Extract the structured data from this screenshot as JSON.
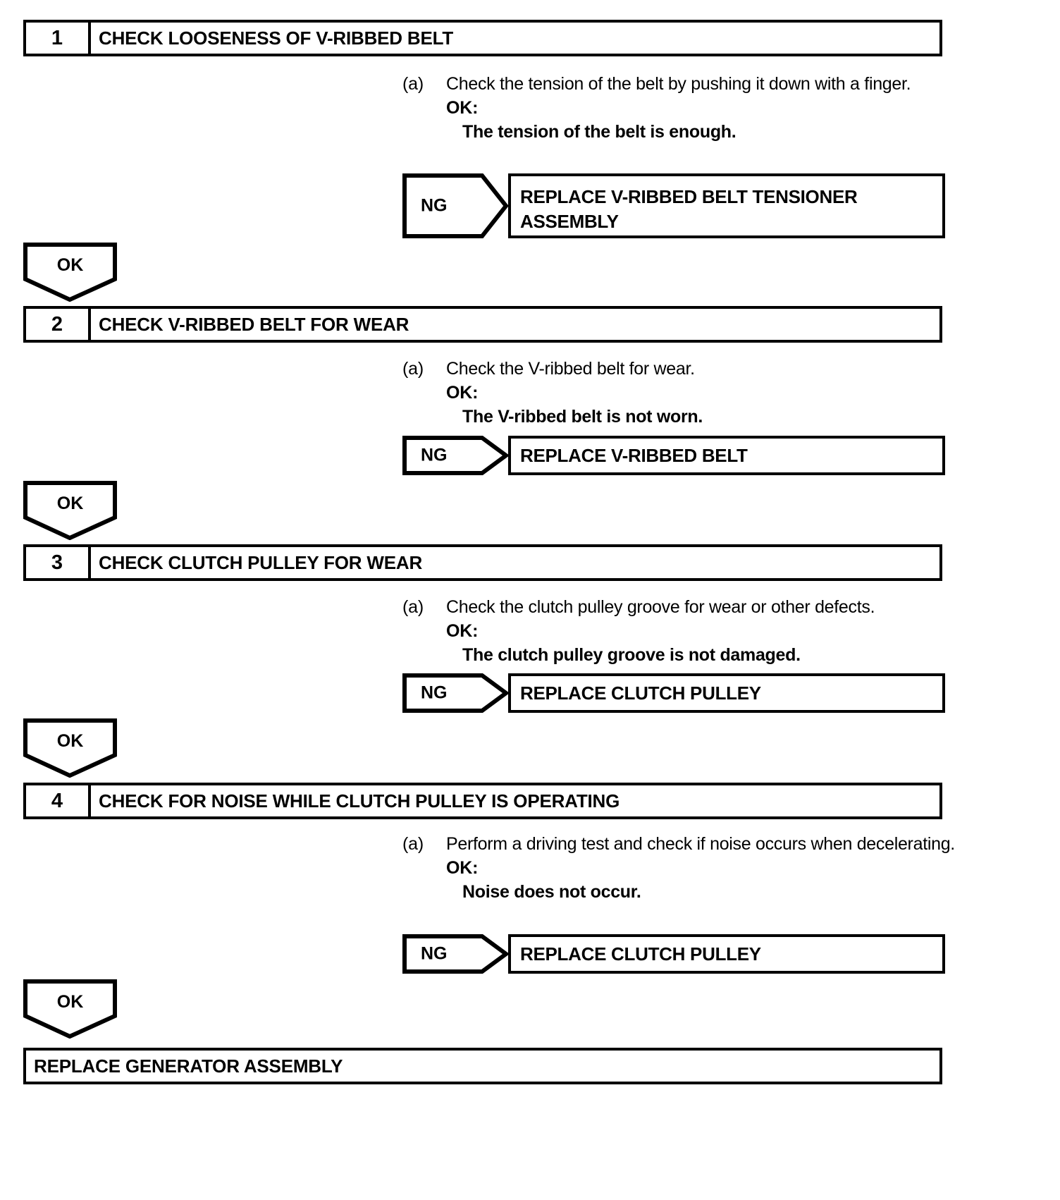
{
  "diagram": {
    "type": "troubleshooting-flowchart",
    "colors": {
      "line": "#000000",
      "background": "#ffffff",
      "text": "#000000"
    },
    "steps": [
      {
        "number": "1",
        "title": "CHECK LOOSENESS OF V-RIBBED BELT",
        "item_label": "(a)",
        "item_text": "Check the tension of the belt by pushing it down with a finger.",
        "ok_label": "OK:",
        "ok_value": "The tension of the belt is enough.",
        "ng_label": "NG",
        "ng_result": "REPLACE V-RIBBED BELT TENSIONER ASSEMBLY",
        "ok_connector": "OK"
      },
      {
        "number": "2",
        "title": "CHECK V-RIBBED BELT FOR WEAR",
        "item_label": "(a)",
        "item_text": "Check the V-ribbed belt for wear.",
        "ok_label": "OK:",
        "ok_value": "The V-ribbed belt is not worn.",
        "ng_label": "NG",
        "ng_result": "REPLACE V-RIBBED BELT",
        "ok_connector": "OK"
      },
      {
        "number": "3",
        "title": "CHECK CLUTCH PULLEY FOR WEAR",
        "item_label": "(a)",
        "item_text": "Check the clutch pulley groove for wear or other defects.",
        "ok_label": "OK:",
        "ok_value": "The clutch pulley groove is not damaged.",
        "ng_label": "NG",
        "ng_result": "REPLACE CLUTCH PULLEY",
        "ok_connector": "OK"
      },
      {
        "number": "4",
        "title": "CHECK FOR NOISE WHILE CLUTCH PULLEY IS OPERATING",
        "item_label": "(a)",
        "item_text": "Perform a driving test and check if noise occurs when decelerating.",
        "ok_label": "OK:",
        "ok_value": "Noise does not occur.",
        "ng_label": "NG",
        "ng_result": "REPLACE CLUTCH PULLEY",
        "ok_connector": "OK"
      }
    ],
    "final": "REPLACE GENERATOR ASSEMBLY"
  }
}
